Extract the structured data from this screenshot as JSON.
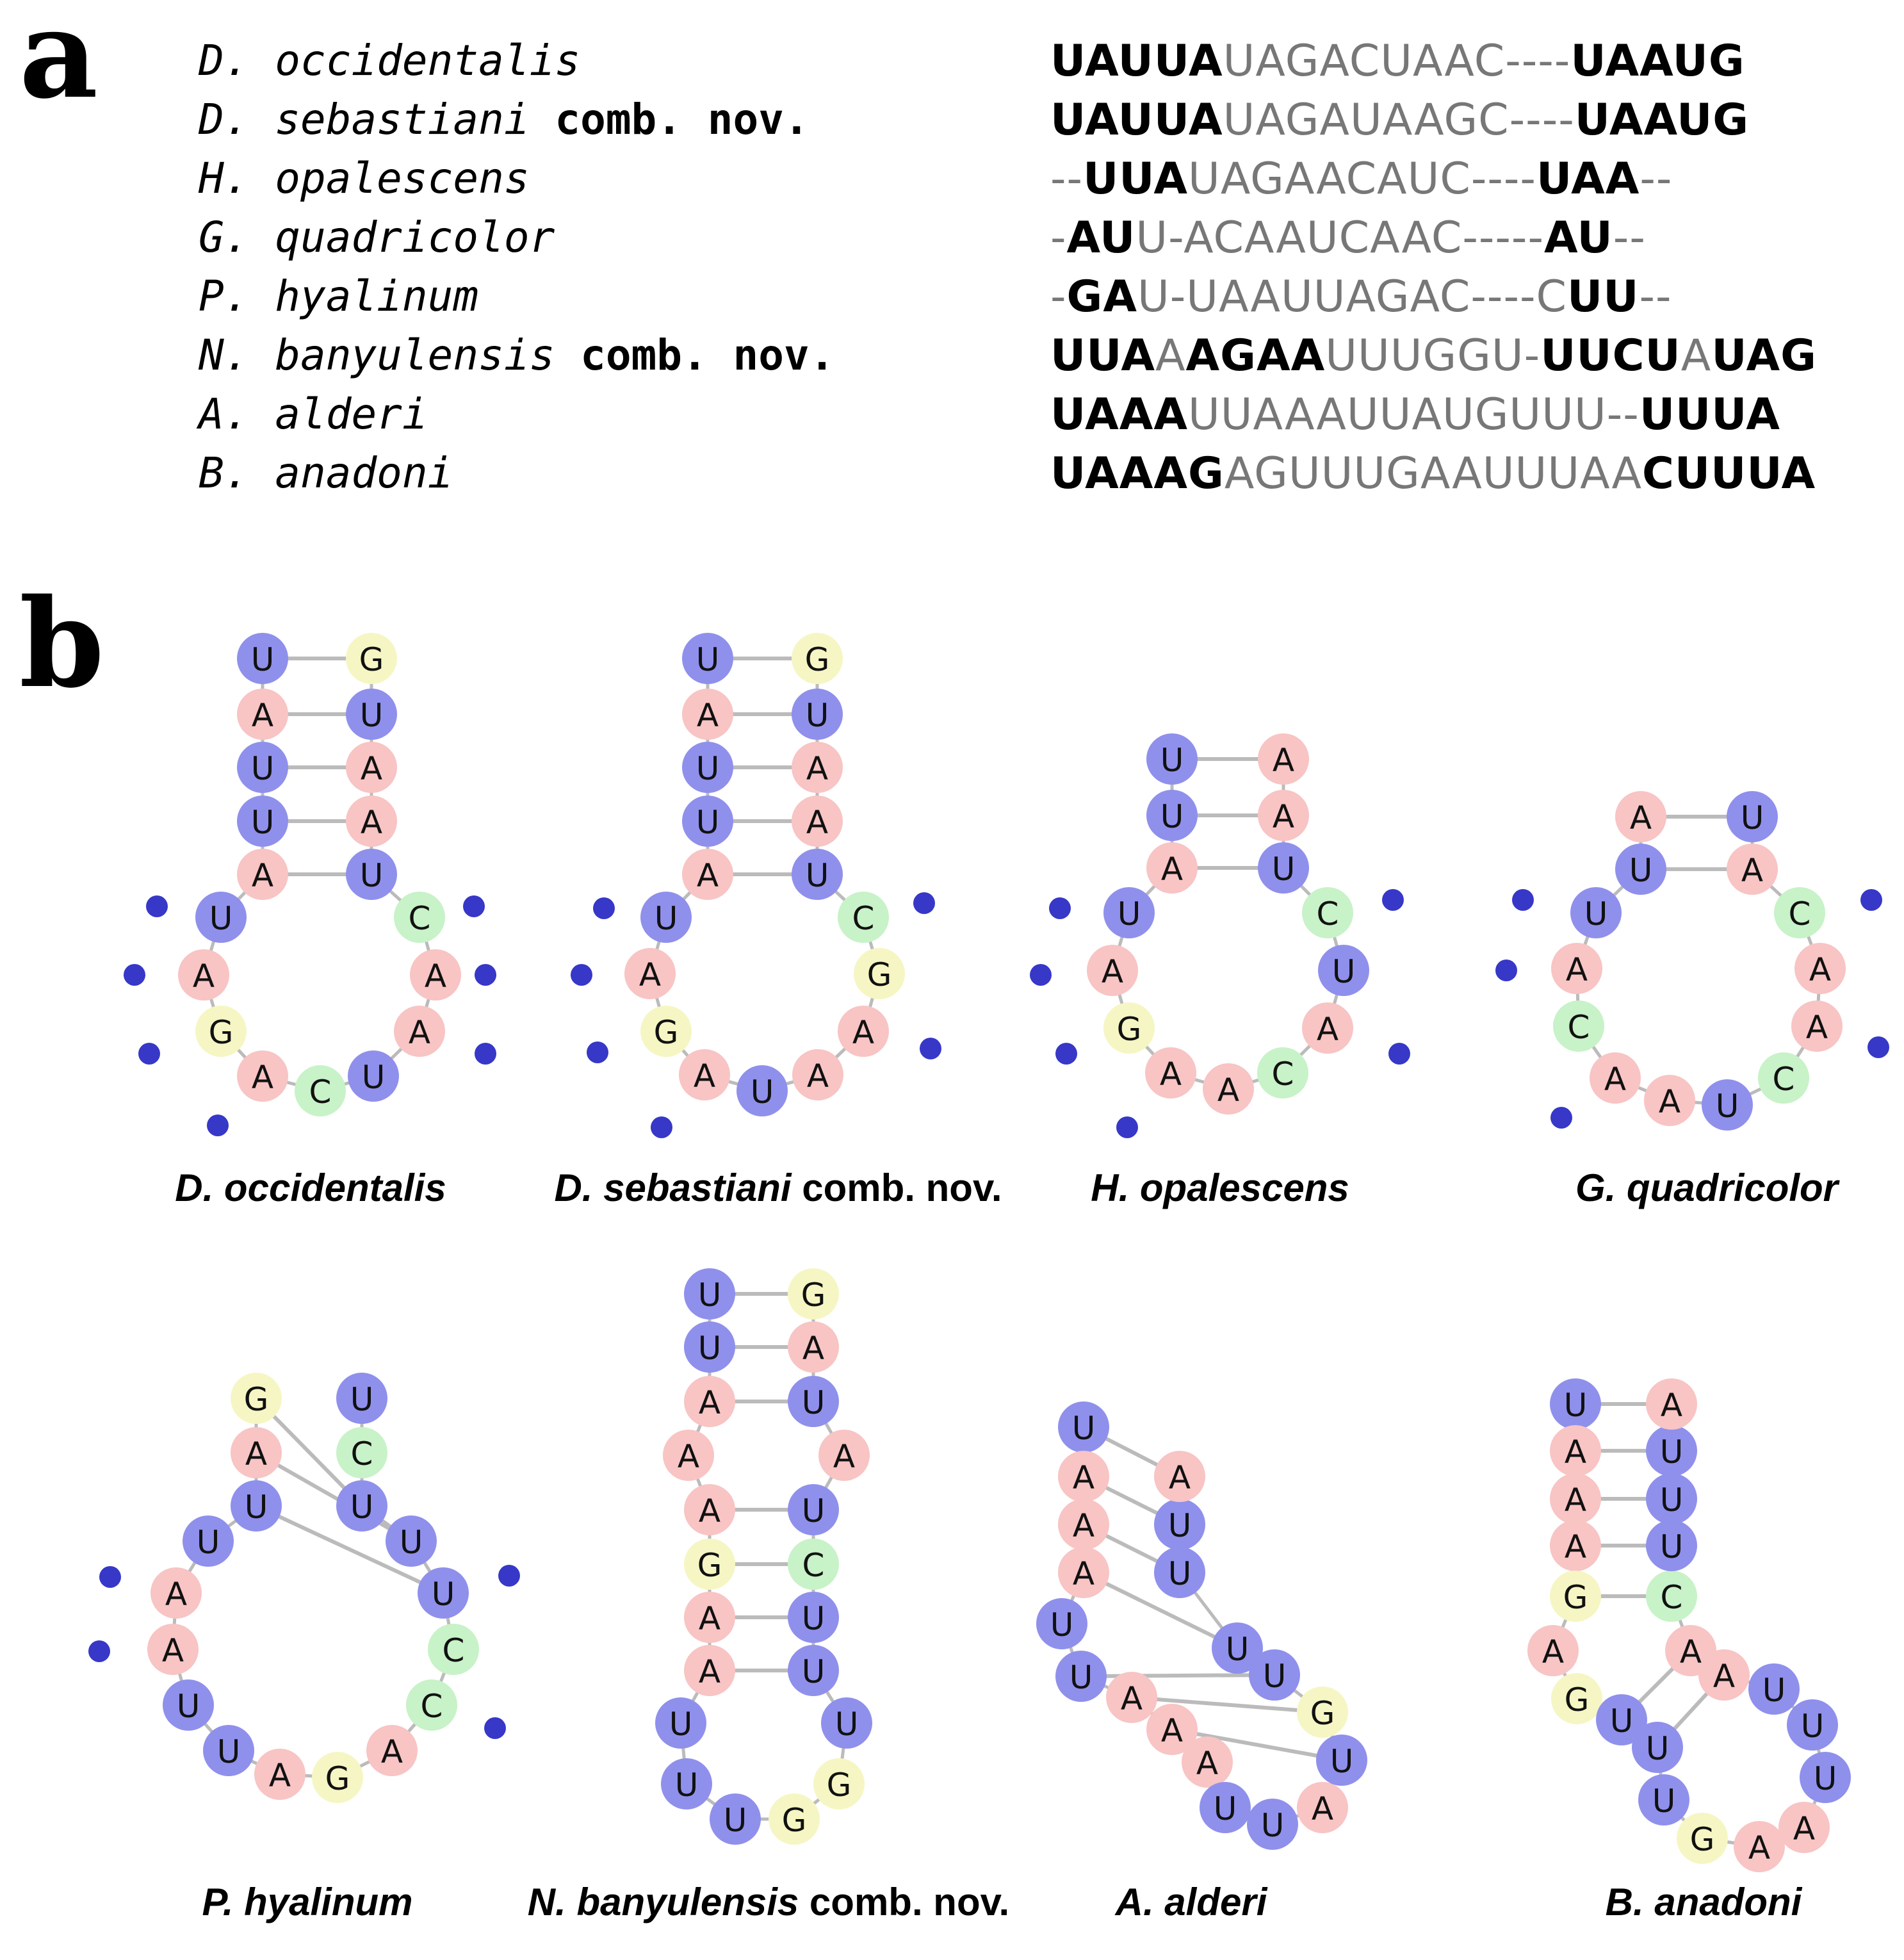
{
  "panel_a": {
    "label": "a",
    "rows": [
      {
        "genus": "D.",
        "species": "occidentalis",
        "suffix": "",
        "seq": [
          [
            "b",
            "UAUUA"
          ],
          [
            "n",
            "UAGACUAAC----"
          ],
          [
            "b",
            "UAAUG"
          ]
        ]
      },
      {
        "genus": "D.",
        "species": "sebastiani",
        "suffix": "comb. nov.",
        "seq": [
          [
            "b",
            "UAUUA"
          ],
          [
            "n",
            "UAGAUAAGC----"
          ],
          [
            "b",
            "UAAUG"
          ]
        ]
      },
      {
        "genus": "H.",
        "species": "opalescens",
        "suffix": "",
        "seq": [
          [
            "n",
            "--"
          ],
          [
            "b",
            "UUA"
          ],
          [
            "n",
            "UAGAACAUC----"
          ],
          [
            "b",
            "UAA"
          ],
          [
            "n",
            "--"
          ]
        ]
      },
      {
        "genus": "G.",
        "species": "quadricolor",
        "suffix": "",
        "seq": [
          [
            "n",
            "-"
          ],
          [
            "b",
            "AU"
          ],
          [
            "n",
            "U-ACAAUCAAC-----"
          ],
          [
            "b",
            "AU"
          ],
          [
            "n",
            "--"
          ]
        ]
      },
      {
        "genus": "P.",
        "species": "hyalinum",
        "suffix": "",
        "seq": [
          [
            "n",
            "-"
          ],
          [
            "b",
            "GA"
          ],
          [
            "n",
            "U-UAAUUAGAC----C"
          ],
          [
            "b",
            "UU"
          ],
          [
            "n",
            "--"
          ]
        ]
      },
      {
        "genus": "N.",
        "species": "banyulensis",
        "suffix": "comb. nov.",
        "seq": [
          [
            "b",
            "UUA"
          ],
          [
            "n",
            "A"
          ],
          [
            "b",
            "AGAA"
          ],
          [
            "n",
            "UUUGGU-"
          ],
          [
            "b",
            "UUCU"
          ],
          [
            "n",
            "A"
          ],
          [
            "b",
            "UAG"
          ]
        ]
      },
      {
        "genus": "A.",
        "species": "alderi",
        "suffix": "",
        "seq": [
          [
            "b",
            "UAAA"
          ],
          [
            "n",
            "UUAAAUUAUGUUU--"
          ],
          [
            "b",
            "UUUA"
          ]
        ]
      },
      {
        "genus": "B.",
        "species": "anadoni",
        "suffix": "",
        "seq": [
          [
            "b",
            "UAAAG"
          ],
          [
            "n",
            "AGUUUGAAUUUAA"
          ],
          [
            "b",
            "CUUUA"
          ]
        ]
      }
    ]
  },
  "panel_b": {
    "label": "b",
    "colors": {
      "A": "#f8c4c4",
      "U": "#8f90ec",
      "G": "#f6f6c4",
      "C": "#c8f2c8",
      "dot": "#3737c8",
      "bond": "#bbbbbb"
    },
    "structures": [
      {
        "caption_genus": "D.",
        "caption_species": "occidentalis",
        "caption_suffix": "",
        "nucleotides": [
          "U",
          "A",
          "U",
          "U",
          "A",
          "U",
          "A",
          "G",
          "A",
          "C",
          "U",
          "A",
          "A",
          "C",
          "U",
          "A",
          "A",
          "U",
          "G"
        ],
        "pairs": [
          [
            0,
            18
          ],
          [
            1,
            17
          ],
          [
            2,
            16
          ],
          [
            3,
            15
          ],
          [
            4,
            14
          ]
        ]
      },
      {
        "caption_genus": "D.",
        "caption_species": "sebastiani",
        "caption_suffix": "comb. nov.",
        "nucleotides": [
          "U",
          "A",
          "U",
          "U",
          "A",
          "U",
          "A",
          "G",
          "A",
          "U",
          "A",
          "A",
          "G",
          "C",
          "U",
          "A",
          "A",
          "U",
          "G"
        ],
        "pairs": [
          [
            0,
            18
          ],
          [
            1,
            17
          ],
          [
            2,
            16
          ],
          [
            3,
            15
          ],
          [
            4,
            14
          ]
        ]
      },
      {
        "caption_genus": "H.",
        "caption_species": "opalescens",
        "caption_suffix": "",
        "nucleotides": [
          "U",
          "U",
          "A",
          "U",
          "A",
          "G",
          "A",
          "A",
          "C",
          "A",
          "U",
          "C",
          "U",
          "A",
          "A"
        ],
        "pairs": [
          [
            0,
            14
          ],
          [
            1,
            13
          ],
          [
            2,
            12
          ]
        ]
      },
      {
        "caption_genus": "G.",
        "caption_species": "quadricolor",
        "caption_suffix": "",
        "nucleotides": [
          "A",
          "U",
          "U",
          "A",
          "C",
          "A",
          "A",
          "U",
          "C",
          "A",
          "A",
          "C",
          "A",
          "U"
        ],
        "pairs": [
          [
            0,
            13
          ],
          [
            1,
            12
          ]
        ]
      },
      {
        "caption_genus": "P.",
        "caption_species": "hyalinum",
        "caption_suffix": "",
        "nucleotides": [
          "G",
          "A",
          "U",
          "U",
          "A",
          "A",
          "U",
          "U",
          "A",
          "G",
          "A",
          "C",
          "C",
          "U",
          "U",
          "U",
          "C",
          "U"
        ],
        "pairs": [
          [
            0,
            15
          ],
          [
            1,
            14
          ],
          [
            2,
            13
          ]
        ]
      },
      {
        "caption_genus": "N.",
        "caption_species": "banyulensis",
        "caption_suffix": "comb. nov.",
        "nucleotides": [
          "U",
          "U",
          "A",
          "A",
          "A",
          "G",
          "A",
          "A",
          "U",
          "U",
          "U",
          "G",
          "G",
          "U",
          "U",
          "U",
          "C",
          "U",
          "A",
          "U",
          "A",
          "G"
        ],
        "pairs": [
          [
            0,
            21
          ],
          [
            1,
            20
          ],
          [
            2,
            19
          ],
          [
            4,
            17
          ],
          [
            5,
            16
          ],
          [
            6,
            15
          ],
          [
            7,
            14
          ]
        ]
      },
      {
        "caption_genus": "A.",
        "caption_species": "alderi",
        "caption_suffix": "",
        "nucleotides": [
          "U",
          "A",
          "A",
          "A",
          "U",
          "U",
          "A",
          "A",
          "A",
          "U",
          "U",
          "A",
          "U",
          "G",
          "U",
          "U",
          "U",
          "U",
          "A"
        ],
        "pairs": [
          [
            0,
            18
          ],
          [
            1,
            17
          ],
          [
            2,
            16
          ],
          [
            3,
            15
          ],
          [
            5,
            14
          ],
          [
            6,
            13
          ],
          [
            7,
            12
          ]
        ]
      },
      {
        "caption_genus": "B.",
        "caption_species": "anadoni",
        "caption_suffix": "",
        "nucleotides": [
          "U",
          "A",
          "A",
          "A",
          "G",
          "A",
          "G",
          "U",
          "U",
          "U",
          "G",
          "A",
          "A",
          "U",
          "U",
          "U",
          "A",
          "A",
          "C",
          "U",
          "U",
          "U",
          "A"
        ],
        "pairs": [
          [
            0,
            22
          ],
          [
            1,
            21
          ],
          [
            2,
            20
          ],
          [
            3,
            19
          ],
          [
            4,
            18
          ],
          [
            7,
            17
          ],
          [
            8,
            16
          ]
        ]
      }
    ]
  }
}
